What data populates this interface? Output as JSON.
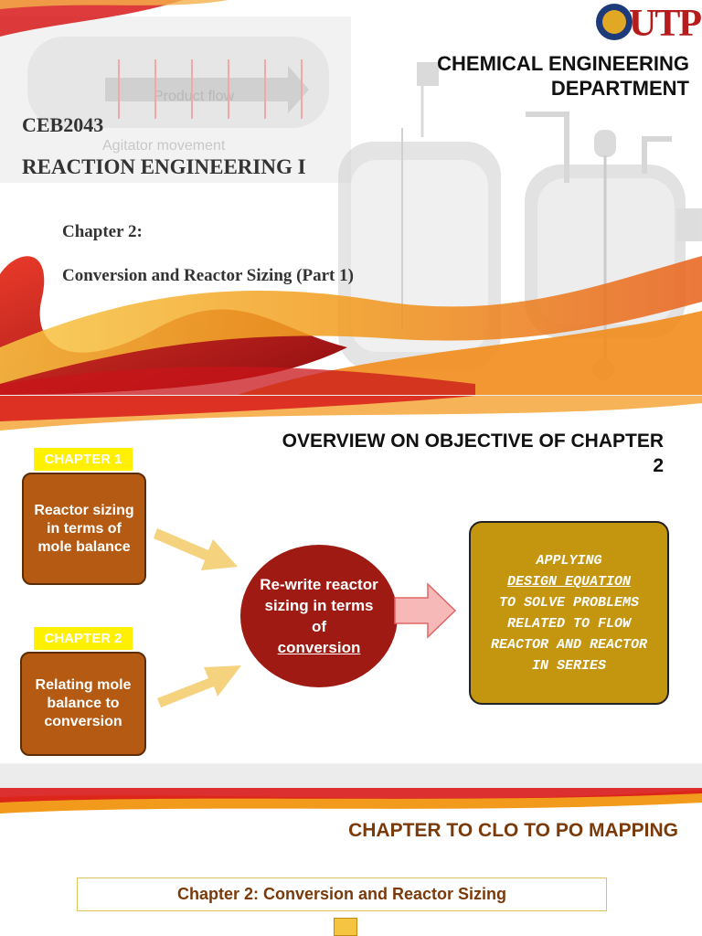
{
  "slide1": {
    "department": "CHEMICAL ENGINEERING DEPARTMENT",
    "course_code": "CEB2043",
    "course_title": "REACTION ENGINEERING I",
    "chapter_label": "Chapter 2:",
    "chapter_subtitle": "Conversion and Reactor Sizing (Part 1)",
    "logo_text": "UTP",
    "watermark_product_flow": "Product flow",
    "watermark_agitator": "Agitator movement"
  },
  "slide2": {
    "title": "OVERVIEW ON OBJECTIVE OF CHAPTER 2",
    "chapter1_tag": "CHAPTER 1",
    "chapter1_text": "Reactor sizing in terms of mole balance",
    "chapter2_tag": "CHAPTER 2",
    "chapter2_text": "Relating mole balance to conversion",
    "circle_text": "Re-write reactor sizing in terms of",
    "circle_underlined": "conversion",
    "result_line1": "APPLYING",
    "result_line2": "DESIGN EQUATION",
    "result_line3": "TO SOLVE PROBLEMS RELATED TO FLOW REACTOR AND REACTOR IN SERIES"
  },
  "slide3": {
    "title": "CHAPTER TO CLO TO PO MAPPING",
    "box_text": "Chapter 2: Conversion and Reactor Sizing"
  },
  "colors": {
    "ribbon_red": "#c8141a",
    "ribbon_orange": "#f29a1c",
    "brown_box": "#b45a12",
    "circle_red": "#9e1a12",
    "gold_box": "#c4960f",
    "tag_yellow": "#ffef00",
    "title_brown": "#7a3a0a"
  }
}
